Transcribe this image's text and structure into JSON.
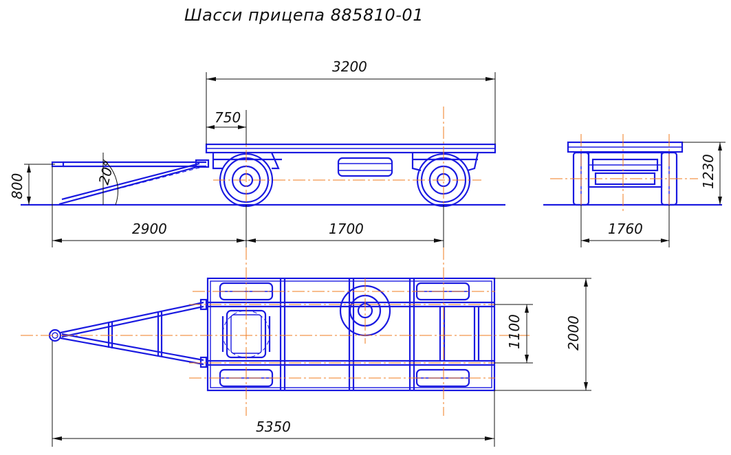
{
  "title": "Шасси прицепа 885810-01",
  "side_view": {
    "dims": {
      "overall_length": "3200",
      "front_offset": "750",
      "height": "800",
      "drawbar_length": "2900",
      "wheelbase": "1700",
      "angle": "20°"
    }
  },
  "front_view": {
    "dims": {
      "height": "1230",
      "track": "1760"
    }
  },
  "top_view": {
    "dims": {
      "total_length": "5350",
      "inner_width": "1100",
      "overall_width": "2000"
    }
  },
  "colors": {
    "outline": "#1a1ae0",
    "centerline": "#f07b1e",
    "dimension": "#111111"
  }
}
